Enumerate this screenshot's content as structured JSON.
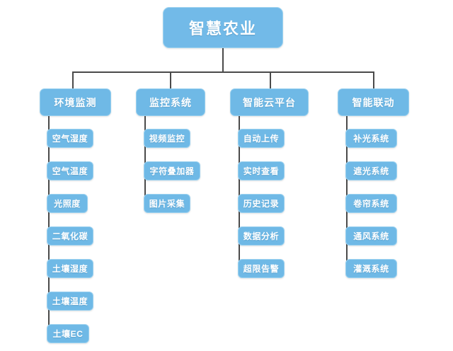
{
  "diagram": {
    "title": "智慧农业",
    "type": "org-chart",
    "background_color": "#ffffff",
    "node_fill_color": "#6fb9e6",
    "node_border_color": "#9ad1f0",
    "node_text_color": "#ffffff",
    "connector_color": "#4a4a4a",
    "root": {
      "label": "智慧农业"
    },
    "branches": [
      {
        "label": "环境监测",
        "children": [
          {
            "label": "空气湿度"
          },
          {
            "label": "空气温度"
          },
          {
            "label": "光照度"
          },
          {
            "label": "二氧化碳"
          },
          {
            "label": "土壤湿度"
          },
          {
            "label": "土壤温度"
          },
          {
            "label": "土壤EC"
          }
        ]
      },
      {
        "label": "监控系统",
        "children": [
          {
            "label": "视频监控"
          },
          {
            "label": "字符叠加器"
          },
          {
            "label": "图片采集"
          }
        ]
      },
      {
        "label": "智能云平台",
        "children": [
          {
            "label": "自动上传"
          },
          {
            "label": "实时查看"
          },
          {
            "label": "历史记录"
          },
          {
            "label": "数据分析"
          },
          {
            "label": "超限告警"
          }
        ]
      },
      {
        "label": "智能联动",
        "children": [
          {
            "label": "补光系统"
          },
          {
            "label": "遮光系统"
          },
          {
            "label": "卷帘系统"
          },
          {
            "label": "通风系统"
          },
          {
            "label": "灌溉系统"
          }
        ]
      }
    ]
  }
}
